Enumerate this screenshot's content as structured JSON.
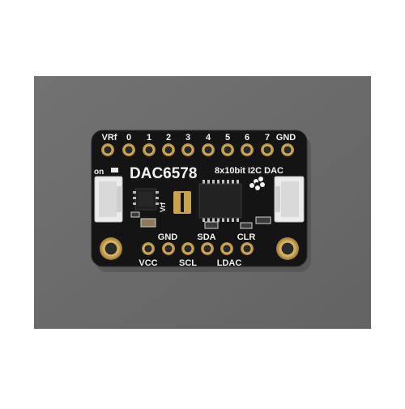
{
  "board": {
    "title": "DAC6578",
    "subtitle": "8x10bit I2C DAC",
    "on_label": "on",
    "vrf_small": "Vrf",
    "top_pins": [
      "VRf",
      "0",
      "1",
      "2",
      "3",
      "4",
      "5",
      "6",
      "7",
      "GND"
    ],
    "bottom_upper_labels": [
      "GND",
      "SDA",
      "CLR"
    ],
    "bottom_lower_labels": [
      "VCC",
      "SCL",
      "LDAC"
    ]
  },
  "colors": {
    "backdrop": "#6d6d6d",
    "pcb": "#141414",
    "gold": "#c9a34c",
    "silkscreen": "#f2f2f2"
  }
}
